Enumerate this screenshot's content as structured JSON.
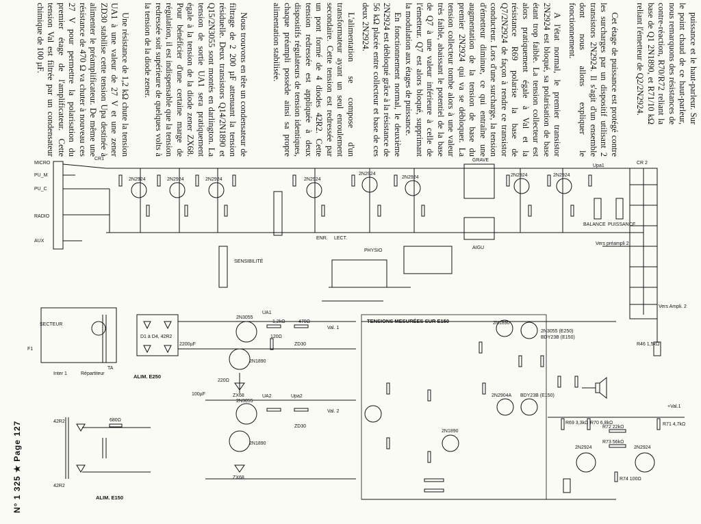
{
  "article": {
    "col1": {
      "paras": [
        "puissance et le haut-parleur. Sur le point chaud de ce haut-parleur, nous remarquons des résistances de contre-réaction, R70/R72 reliant la base de Q1 2N1890, et R71/10 kΩ reliant l'émetteur de Q2/2N2924."
      ]
    },
    "col2": {
      "paras": [
        "Cet étage de puissance est protégé contre les surcharges par un dispositif utilisant 2 transistors 2N2924. Il s'agit d'un ensemble dont nous allons expliquer le fonctionnement.",
        "A l'état normal, le premier transistor 2N2924 est bloqué, sa polarisation de base étant trop faible. La tension collecteur est alors pratiquement égale à Val et la résistance R69 polarise la base de Q7/2N2924 de façon à rendre ce transistor conducteur. Lors d'une surcharge, la tension d'émetteur diminue, ce qui entraîne une augmentation de la tension de base du premier 2N2924 qui va se débloquer. La tension collecteur tombe alors à une valeur très faible, abaissant le potentiel de la base de Q7 à une valeur inférieure à celle de l'émetteur. Q7 est alors bloqué, supprimant la modulation aux étages de puissance."
      ]
    },
    "col3": {
      "paras": [
        "En fonctionnement normal, le deuxième 2N2924 est débloqué grâce à la résistance de 56 kΩ placée entre collecteur et base de ces deux 2N2924.",
        "L'alimentation se compose d'un transformateur ayant un seul enroulement secondaire. Cette tension est redressée par un pont formé de 4 diodes 42R2. Cette tension redressée est appliquée à deux dispositifs régulateurs de tension identiques, chaque préampli possède ainsi sa propre alimentation stabilisée."
      ]
    },
    "col4": {
      "paras": [
        "Nous trouvons en tête un condensateur de filtrage de 2 200 µF attenuant la tension résiduelle. Deux transistors Q14/2N1890 et Q15/2N3055 sont montés en darlington. La tension de sortie UA1 sera pratiquement égale à la tension de la diode zener ZX68. Pour bénéficier d'une certaine marge de régulation, il est indispensable que la tension redressée soit supérieure de quelques volts à la tension de la diode zener."
      ]
    },
    "col5": {
      "paras": [
        "Une résistance de 1,2 kΩ chute la tension UA1 à une valeur de 27 V et une zener ZD30 stabilise cette tension Upa destinée à alimenter le préamplificateur. De même une résistance de 470 Ω va chuter à nouveau ces 27 V pour permettre la polarisation du premier étage de l'amplificateur. Cette tension Val est filtrée par un condensateur chimique de 100 µF."
      ]
    }
  },
  "page_number": "N° 1 325 ★ Page 127",
  "schematic": {
    "inputs": [
      "MICRO",
      "PU_M",
      "PU_C",
      "RADIO",
      "AUX"
    ],
    "controls": [
      "SENSIBILITÉ",
      "PHYSIO",
      "GRAVE",
      "AIGU",
      "BALANCE",
      "PUISSANCE",
      "ENR.",
      "LECT."
    ],
    "preamp_transistors": [
      "2N2924",
      "2N2924",
      "2N2924",
      "2N2924",
      "2N2924",
      "2N2924",
      "2N2924",
      "2N2924"
    ],
    "labels": {
      "cr1": "CR1",
      "cr2": "CR 2",
      "upa1": "Upa1",
      "vers_preampli": "Vers préampli 2",
      "vers_ampli": "Vers Ampli. 2",
      "r46": "R46 1,5kΩ",
      "secteur": "SECTEUR",
      "f1": "F1",
      "inter1": "Inter 1",
      "repartiteur": "Répartiteur",
      "ta": "TA",
      "alim_e250": "ALIM. E250",
      "alim_e150": "ALIM. E150",
      "diodes": "D1 à D4, 42R2",
      "tensions": "TENSIONS MESURÉES SUR E150",
      "q_2n3055_a": "2N3055",
      "q_2n3055_b": "2N3055",
      "q_2n1890_a": "2N1890",
      "q_2n1890_b": "2N1890",
      "zx68_a": "ZX68",
      "zx68_b": "ZX68",
      "zd30_a": "ZD30",
      "zd30_b": "ZD30",
      "val1": "Val. 1",
      "val2": "Val. 2",
      "ua1": "UA1",
      "ua2": "UA2",
      "upa2": "Upa2",
      "r_12k": "1,2kΩ",
      "r_470": "470Ω",
      "r_220": "220Ω",
      "r_120": "120Ω",
      "c_2200": "2200µF",
      "c_100": "100µF",
      "d_42r2": "42R2",
      "r_680": "680Ω",
      "out_2n3055": "2N3055 (E250)",
      "out_bdy": "BDY23B (E150)",
      "bdy_short": "BDY23B (E150)",
      "q_2n1890_c": "2N1890",
      "q_2n2904": "2N2904A",
      "q_2n1890_d": "2N1890",
      "prot_q1": "2N2924",
      "prot_q2": "2N2924",
      "v_plus_val1": "+Val.1",
      "r71": "R71 4,7kΩ",
      "r72": "R72 22kΩ",
      "r73": "R73 56kΩ",
      "r70": "R70 6,8kΩ",
      "r69": "R69 3,3kΩ",
      "r74": "R74 100Ω"
    }
  }
}
